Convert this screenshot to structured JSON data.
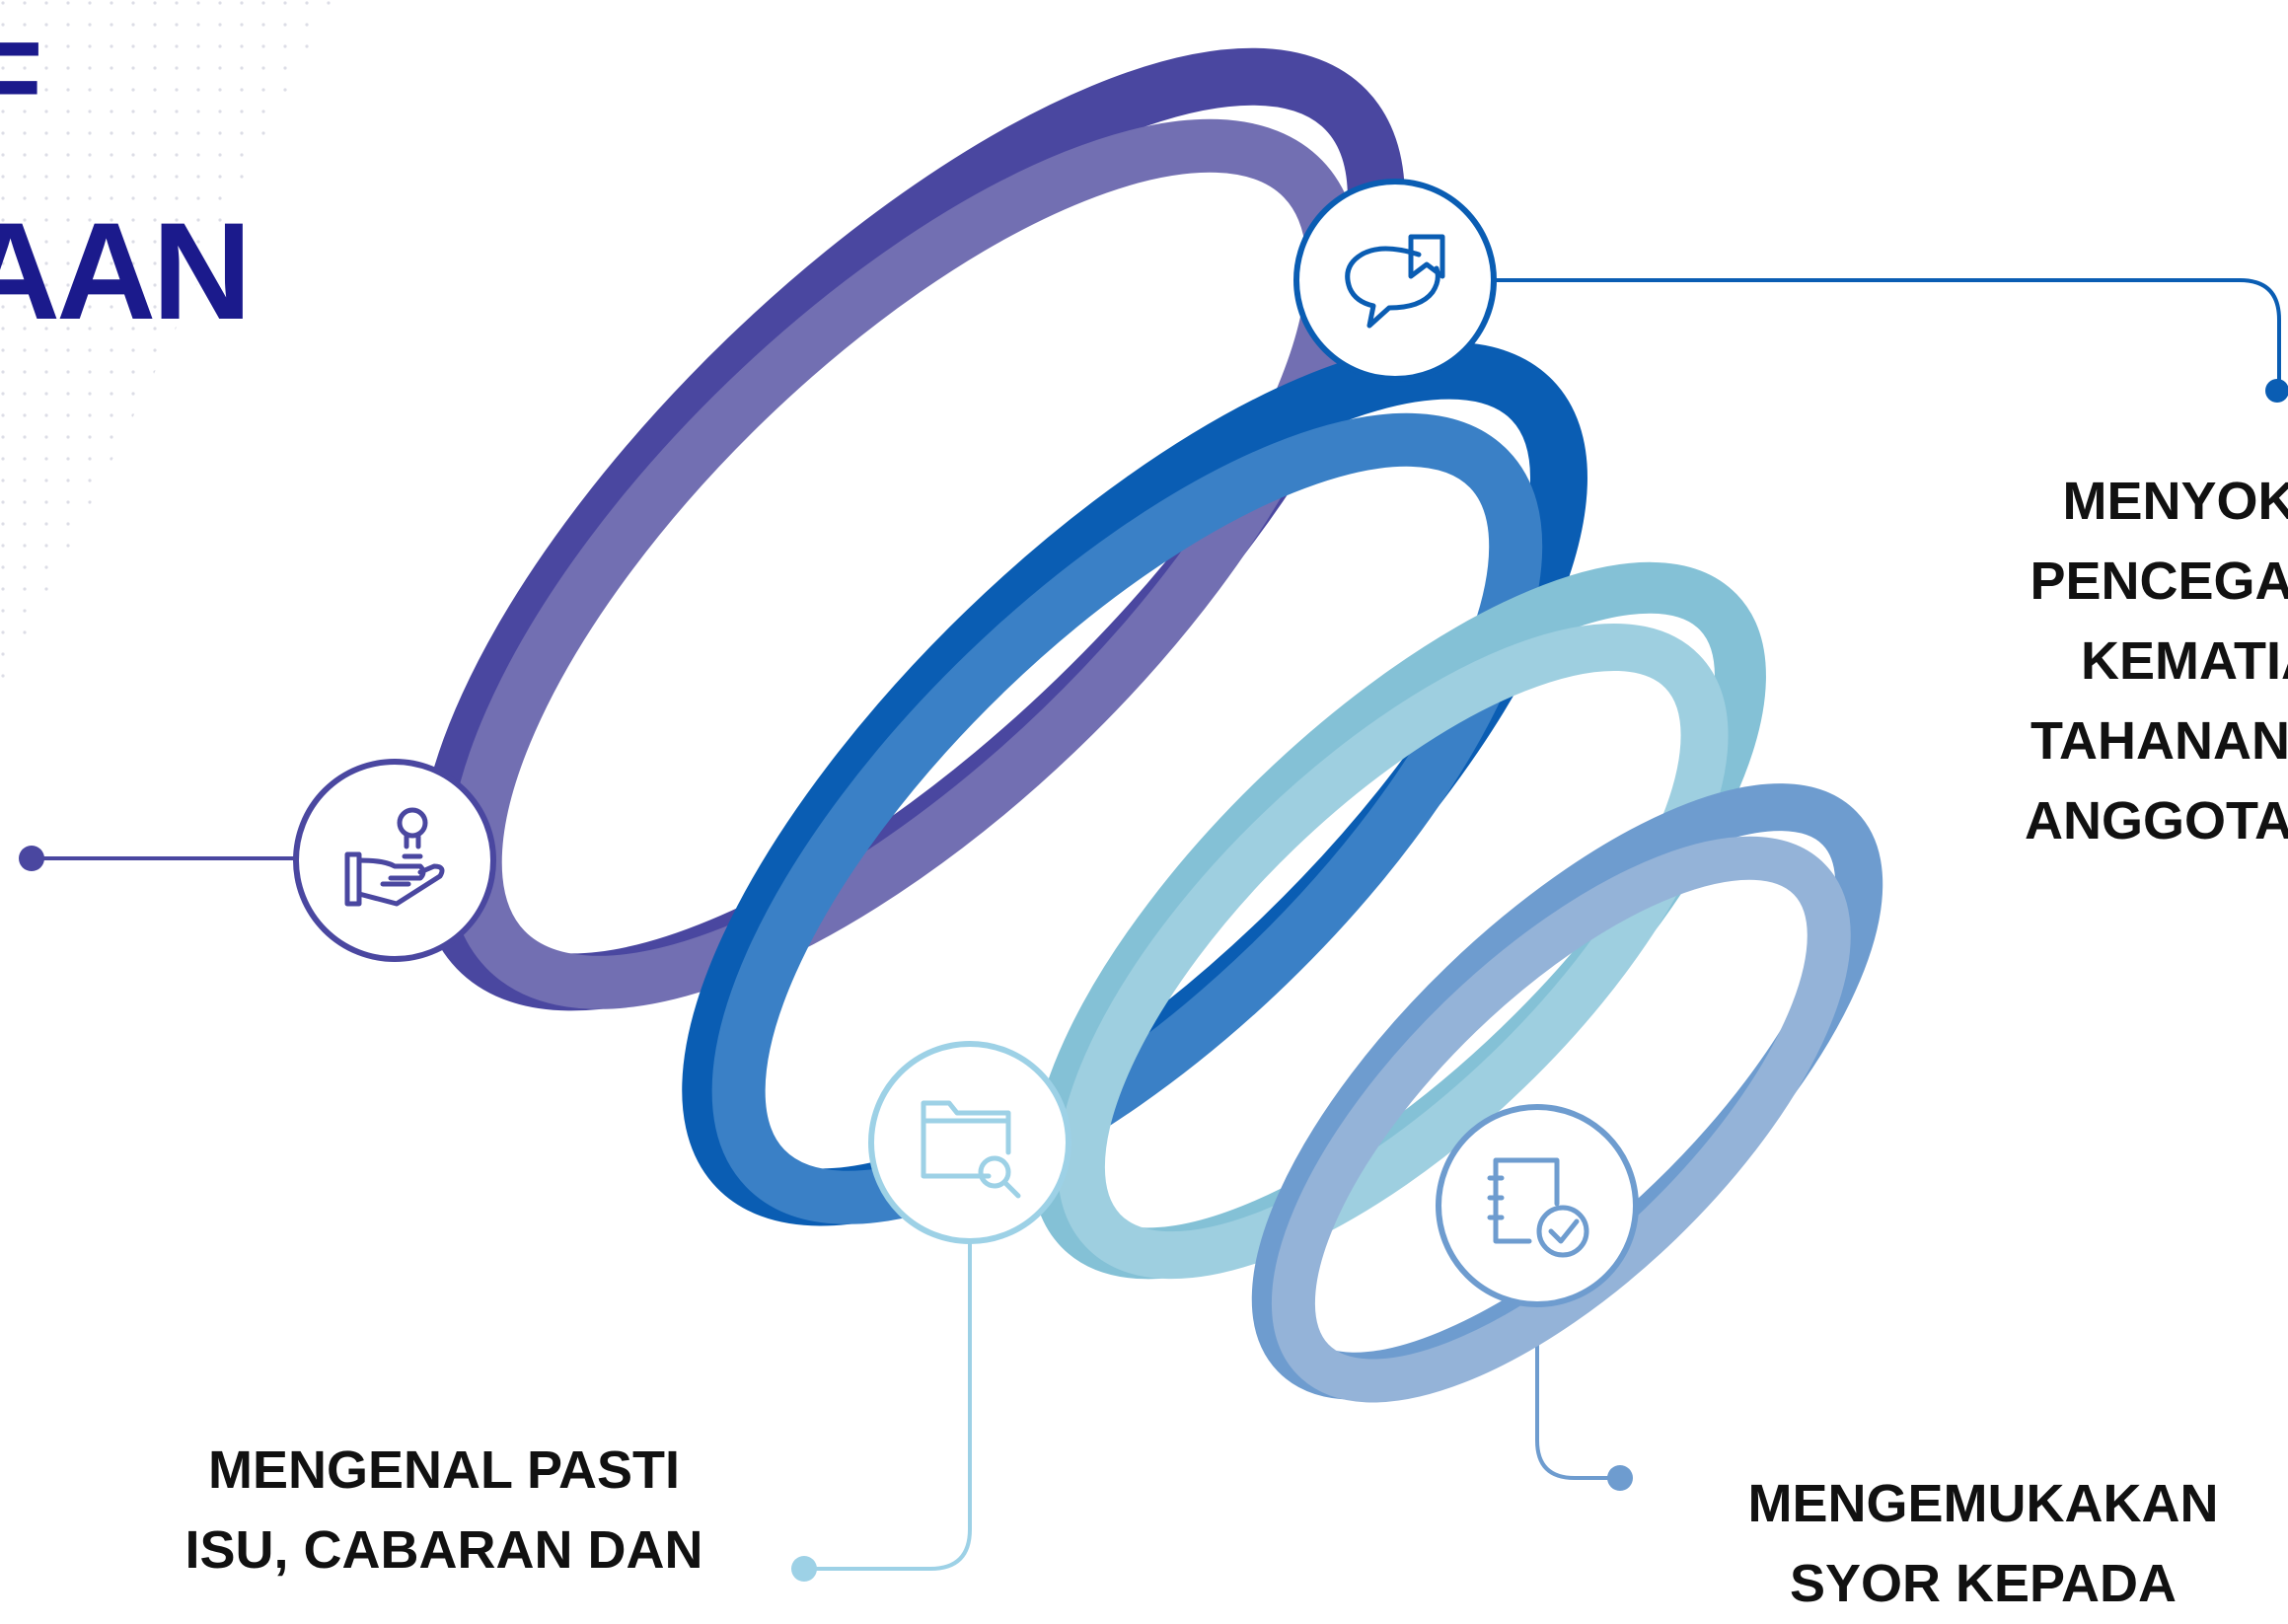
{
  "title": {
    "line1": "F",
    "line2": "AAN"
  },
  "callouts": [
    {
      "id": "top-right",
      "lines": [
        "MENYOKO",
        "PENCEGAHA",
        "KEMATIA",
        "TAHANAN AT",
        "ANGGOTA PA"
      ],
      "icon": "chat-bookmark-icon",
      "color": "#0a5db3"
    },
    {
      "id": "left",
      "lines": [],
      "icon": "hand-lightbulb-icon",
      "color": "#4a47a0"
    },
    {
      "id": "bottom-left",
      "lines": [
        "MENGENAL PASTI",
        "ISU, CABARAN DAN"
      ],
      "icon": "folder-search-icon",
      "color": "#9dd1e6"
    },
    {
      "id": "bottom-right",
      "lines": [
        "MENGEMUKAKAN",
        "SYOR KEPADA"
      ],
      "icon": "notebook-check-icon",
      "color": "#6e9ccf"
    }
  ],
  "colors": {
    "title": "#1b1a8c",
    "ring_purple_outer": "#4a47a0",
    "ring_purple_inner": "#726fb2",
    "ring_blue_outer": "#0a5db3",
    "ring_blue_inner": "#3a80c6",
    "ring_cyan_outer": "#84c1d6",
    "ring_cyan_inner": "#9ecfe0",
    "ring_steel_outer": "#6e9ccf",
    "ring_steel_inner": "#94b3d8"
  }
}
